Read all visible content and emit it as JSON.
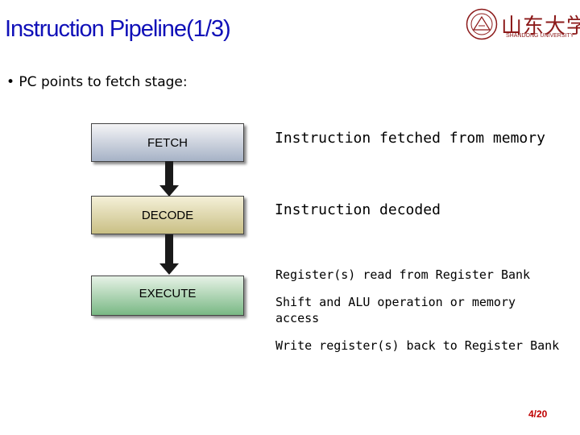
{
  "slide": {
    "title": "Instruction Pipeline(1/3)",
    "bullet": "• PC points to fetch stage:",
    "page_number": "4/20"
  },
  "logo": {
    "wordmark": "山东大学",
    "subtitle": "SHANDONG UNIVERSITY",
    "color": "#8c1a1a"
  },
  "pipeline": {
    "stages": [
      {
        "label": "FETCH",
        "description": "Instruction fetched from memory"
      },
      {
        "label": "DECODE",
        "description": "Instruction decoded"
      },
      {
        "label": "EXECUTE",
        "descriptions": [
          "Register(s) read from Register Bank",
          "Shift and ALU operation or memory access",
          "Write register(s) back to Register Bank"
        ]
      }
    ],
    "arrow_icon": "down-arrow-icon"
  },
  "colors": {
    "title": "#1010b8",
    "page_number": "#c00000"
  }
}
